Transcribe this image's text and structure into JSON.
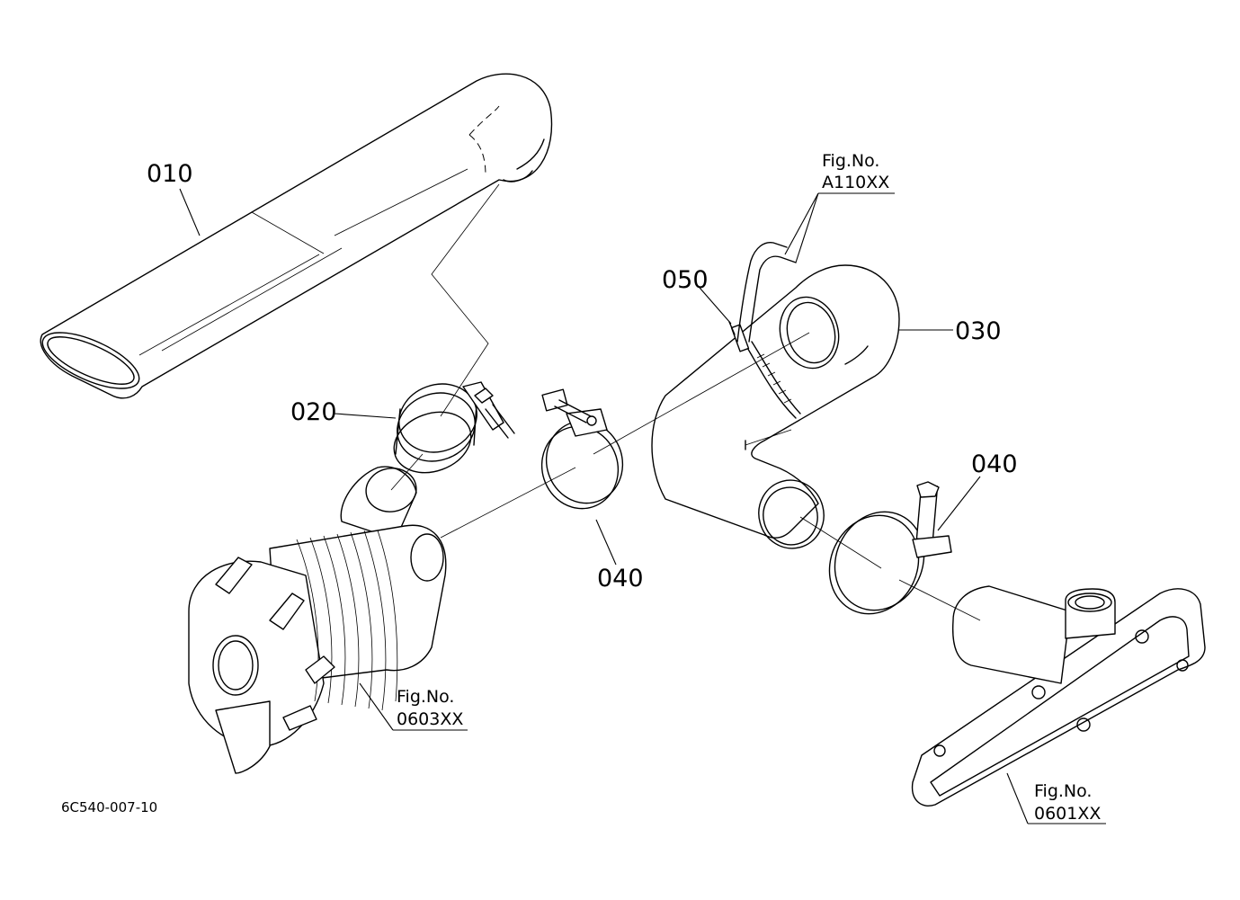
{
  "parts": {
    "p010": "010",
    "p020": "020",
    "p030": "030",
    "p040a": "040",
    "p040b": "040",
    "p050": "050"
  },
  "figures": {
    "fig_a110": {
      "title": "Fig.No.",
      "code": "A110XX"
    },
    "fig_0603": {
      "title": "Fig.No.",
      "code": "0603XX"
    },
    "fig_0601": {
      "title": "Fig.No.",
      "code": "0601XX"
    }
  },
  "drawing_code": "6C540-007-10"
}
